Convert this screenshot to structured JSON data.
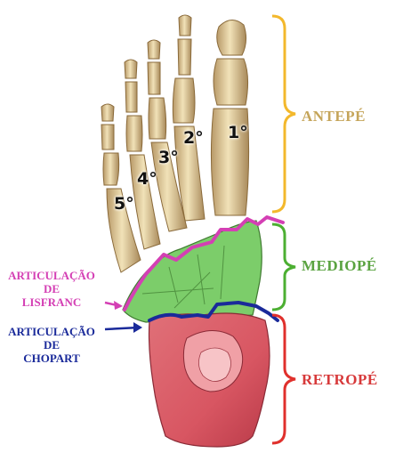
{
  "regions": [
    {
      "label": "ANTEPÉ",
      "color": "#c5a55a",
      "brace_color": "#f3b82c"
    },
    {
      "label": "MEDIOPÉ",
      "color": "#5aa340",
      "brace_color": "#4caf32"
    },
    {
      "label": "RETROPÉ",
      "color": "#d7393a",
      "brace_color": "#e0302c"
    }
  ],
  "toes": [
    "1°",
    "2°",
    "3°",
    "4°",
    "5°"
  ],
  "joints": {
    "lisfranc": {
      "line1": "ARTICULAÇÃO",
      "line2": "DE",
      "line3": "LISFRANC",
      "color": "#d43fb4"
    },
    "chopart": {
      "line1": "ARTICULAÇÃO",
      "line2": "DE",
      "line3": "CHOPART",
      "color": "#1a2a9a"
    }
  },
  "colors": {
    "bone": "#ead8a8",
    "bone_shadow": "#b89968",
    "midfoot_fill": "#7ccd6a",
    "hindfoot_fill": "#e2707a"
  }
}
